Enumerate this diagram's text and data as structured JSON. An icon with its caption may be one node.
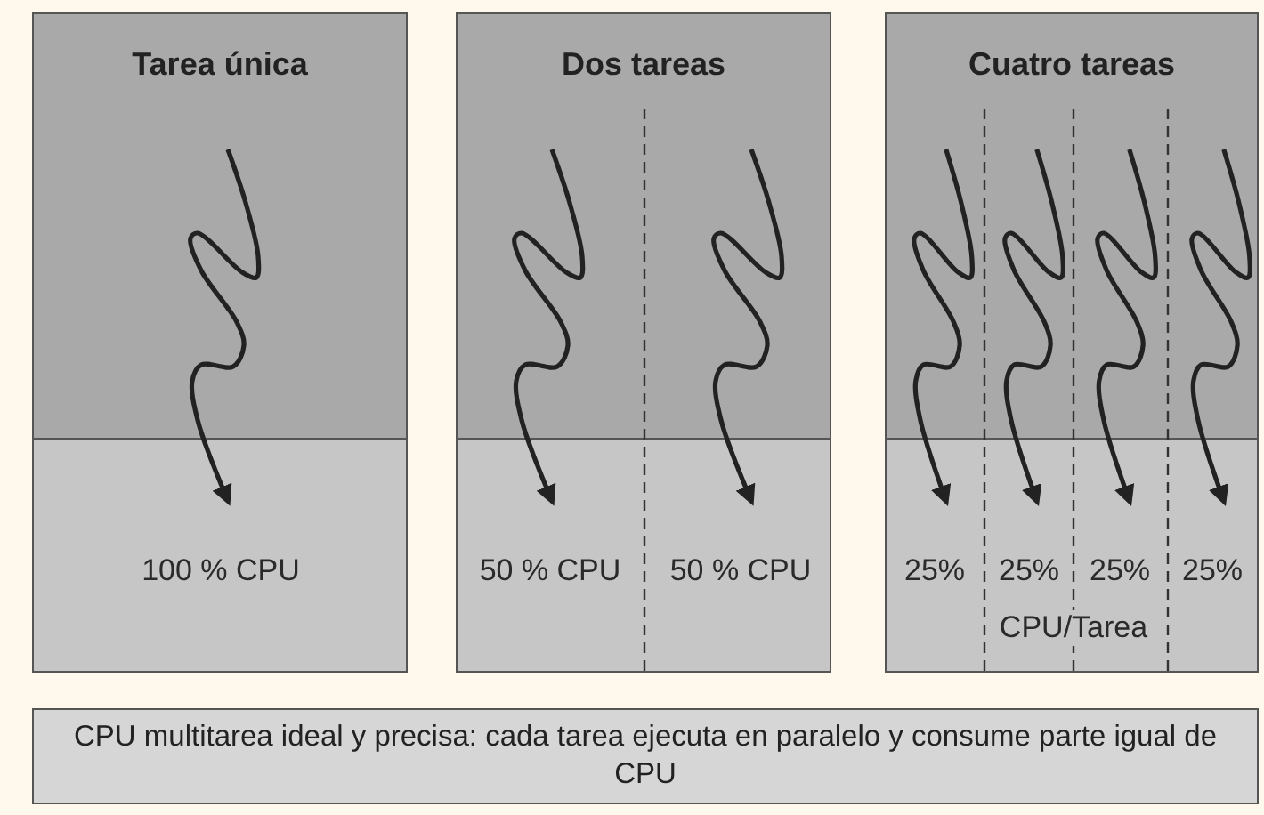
{
  "diagram": {
    "nodes": [
      {
        "text": [
          "Tarea única"
        ]
      },
      {
        "text": [
          "100 % CPU"
        ],
        "in": 0
      },
      {
        "text": [
          "Dos tareas"
        ]
      },
      {
        "text": [
          "50 % CPU",
          "50 % CPU"
        ],
        "in": 2
      },
      {
        "text": [
          "Cuatro tareas"
        ]
      },
      {
        "text": [
          "25%",
          "25%",
          "25%",
          "25%",
          "CPU/Tarea"
        ],
        "in": 4
      },
      {
        "text": [
          "CPU multitarea ideal y precisa: cada tarea ejecuta en paralelo y consume parte igual de CPU"
        ]
      }
    ]
  }
}
